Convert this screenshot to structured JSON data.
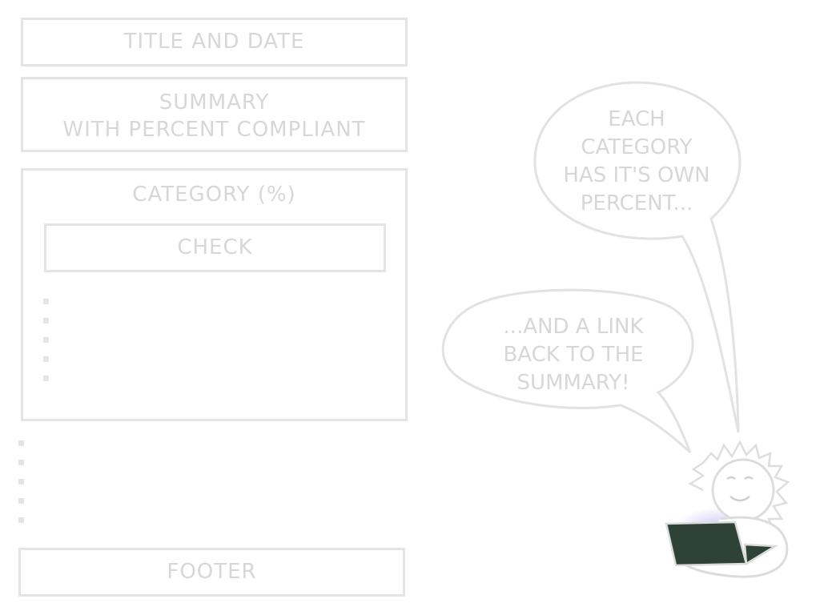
{
  "layout_boxes": {
    "title_label": "TITLE AND DATE",
    "summary_line1": "SUMMARY",
    "summary_line2": "WITH PERCENT COMPLIANT",
    "category_label": "CATEGORY (%)",
    "check_label": "CHECK",
    "footer_label": "FOOTER"
  },
  "bubbles": {
    "upper": [
      "EACH",
      "CATEGORY",
      "HAS IT'S OWN",
      "PERCENT..."
    ],
    "lower": [
      "...AND A LINK",
      "BACK TO THE",
      "SUMMARY!"
    ]
  },
  "colors": {
    "outline": "#e4e4e4",
    "text": "#d7d7d7",
    "laptop": "#2e4237",
    "glow": "#b7b0f0"
  },
  "icons": {
    "character": "person-with-laptop-icon"
  }
}
